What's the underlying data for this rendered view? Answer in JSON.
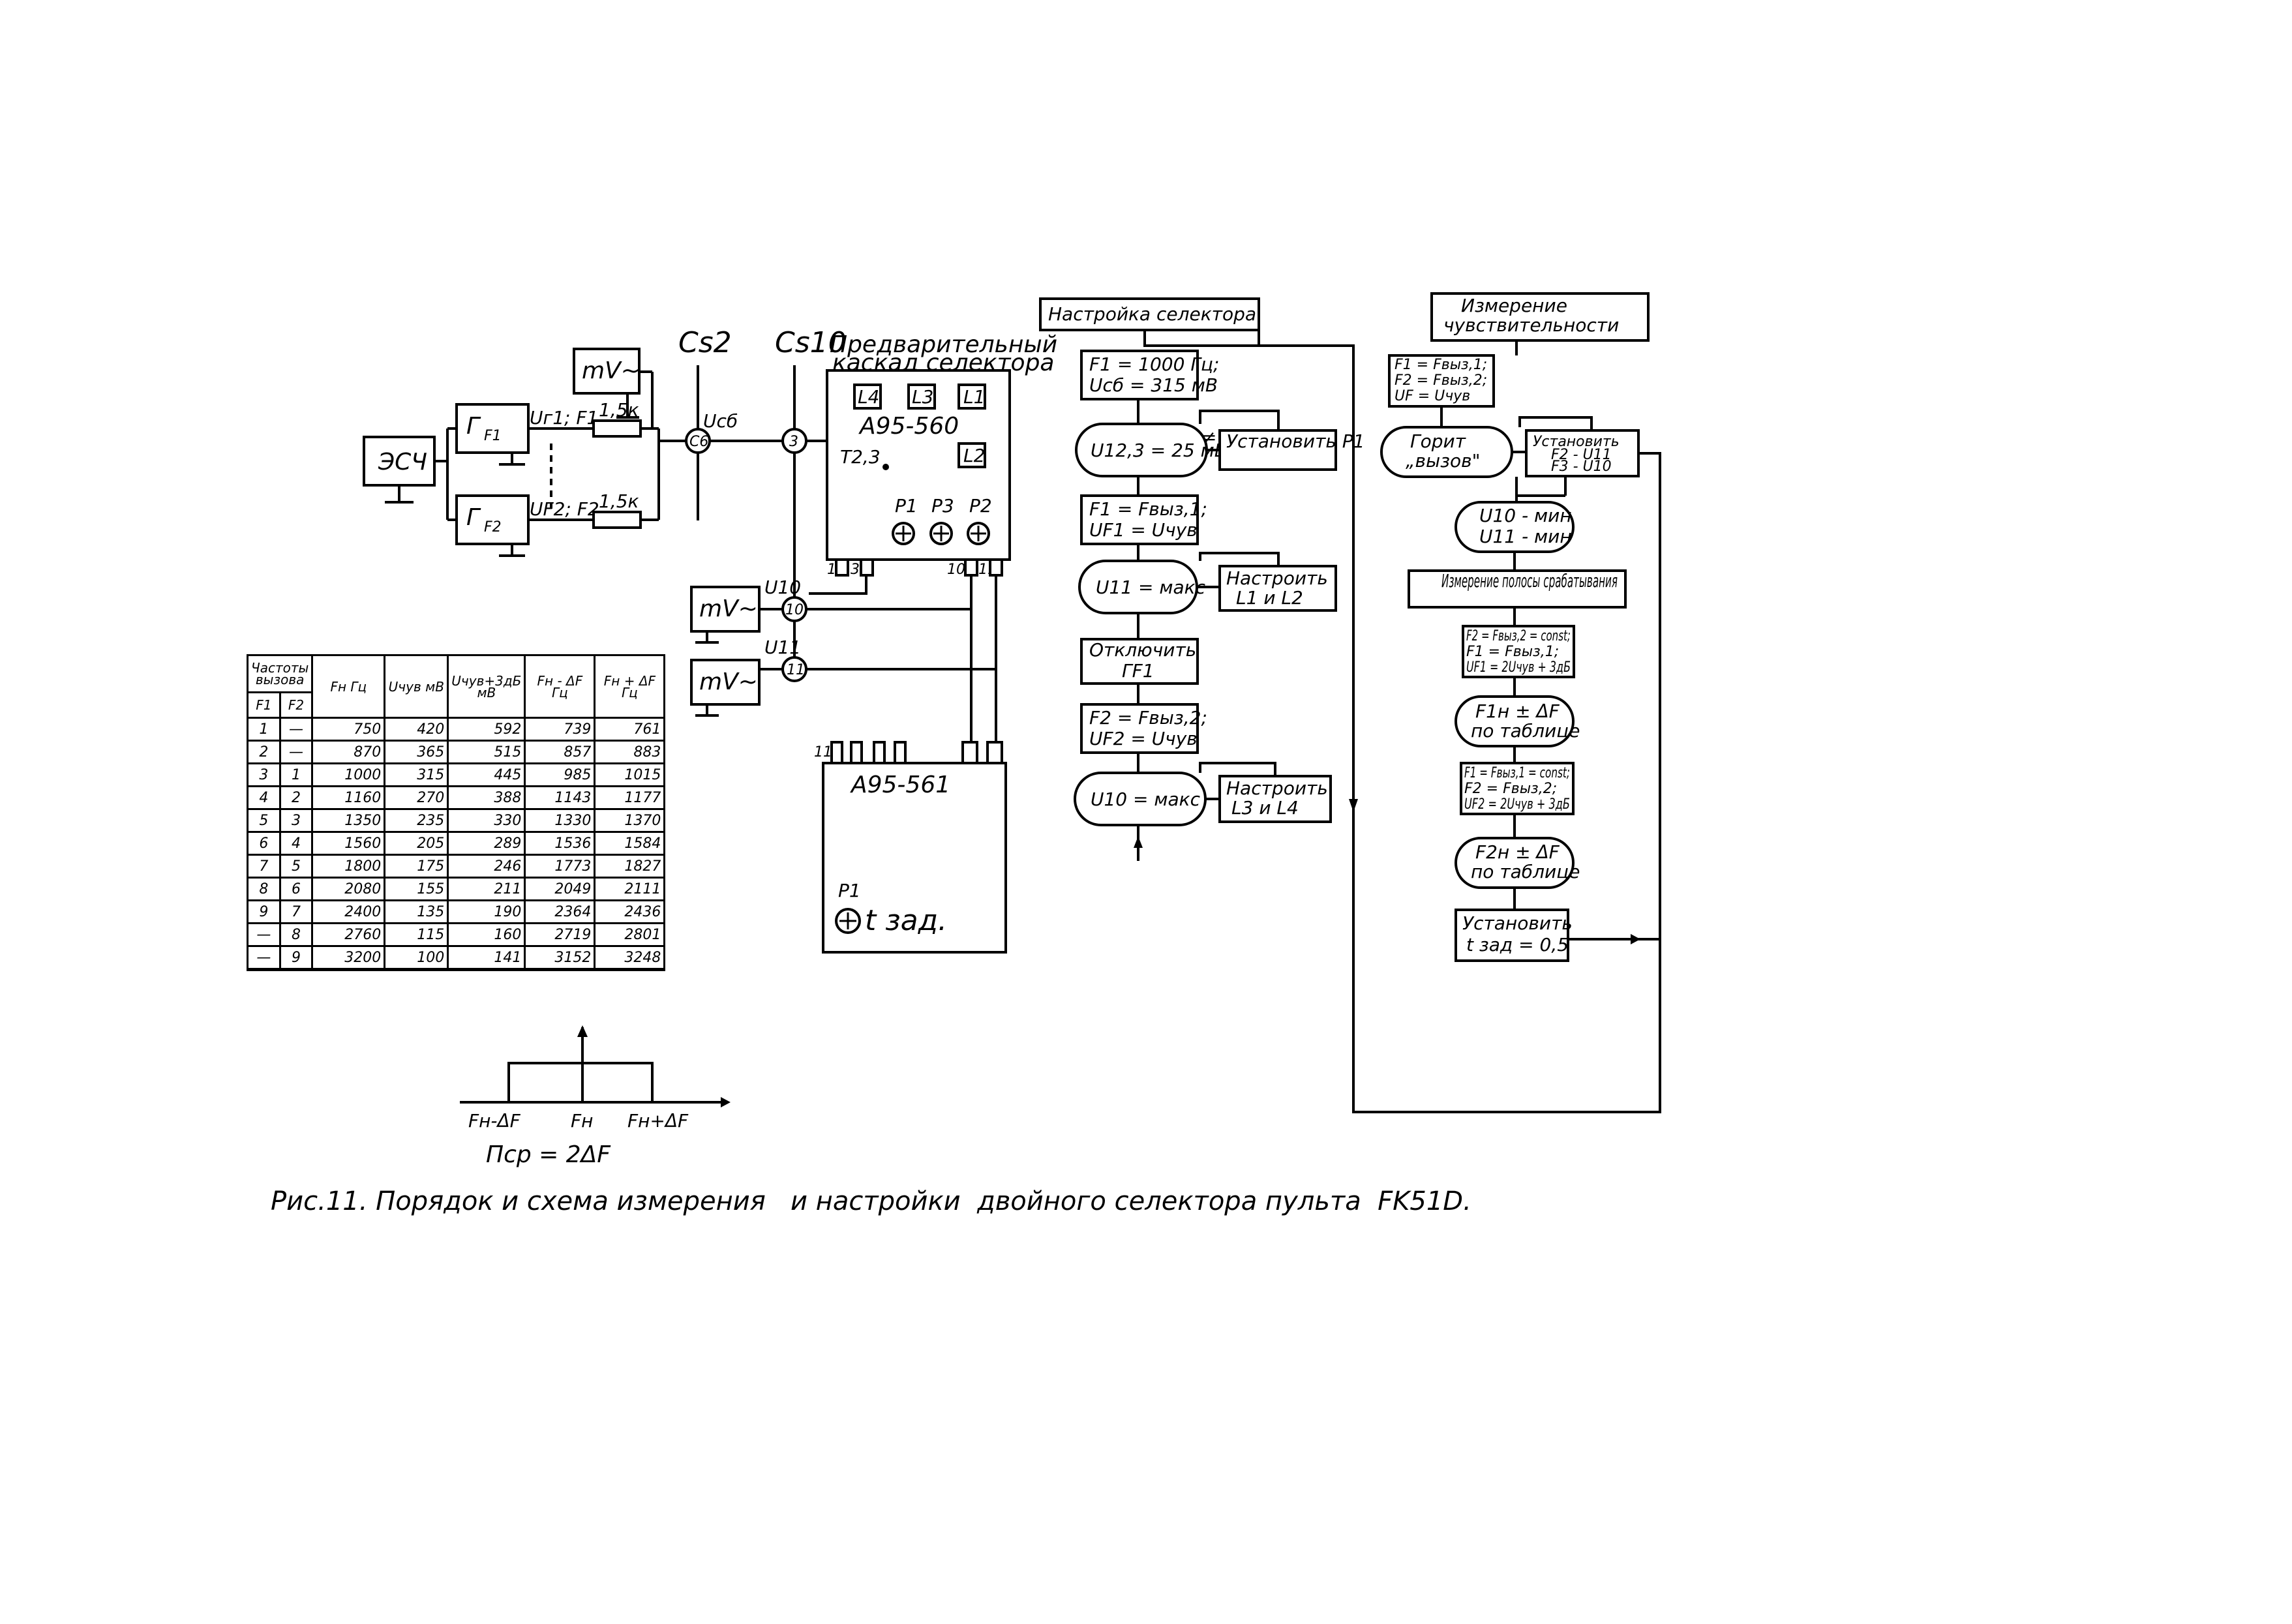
{
  "circuit": {
    "generator_f1": "Г",
    "generator_f1_sub": "F1",
    "generator_f2": "Г",
    "generator_f2_sub": "F2",
    "esch": "ЭСЧ",
    "mv_top": "mV~",
    "u_label_top": "Uг1; F1",
    "u_label_bottom": "UF2; F2",
    "res_top": "1,5к",
    "res_bottom": "1,5к",
    "node_c6": "C6",
    "node_c6_label": "Uсб",
    "cs2": "Cs2",
    "cs10": "Cs10",
    "node_3": "3",
    "pre_cascade_title_1": "Предварительный",
    "pre_cascade_title_2": "каскад селектора",
    "block1_name": "А95-560",
    "coil_l4": "L4",
    "coil_l3": "L3",
    "coil_l1": "L1",
    "coil_l2": "L2",
    "t23": "Т2,3",
    "p1": "Р1",
    "p3": "Р3",
    "p2": "Р2",
    "pin_1": "1",
    "pin_3": "3",
    "pin_10": "10",
    "pin_11": "11",
    "mv_mid": "mV~",
    "mv_low": "mV~",
    "node_10": "10",
    "node_11": "11",
    "u10": "U10",
    "u11": "U11",
    "block2_name": "А95-561",
    "block2_p1": "Р1",
    "block2_t": "t зад.",
    "block2_pin11": "11"
  },
  "table": {
    "header_group": "Частоты вызова",
    "col_f1": "F1",
    "col_f2": "F2",
    "col_fn": "Fн  Гц",
    "col_uchuv": "Uчув мВ",
    "col_uchuv6": "Uчув+3дБ мВ",
    "col_fminus": "Fн - ΔF Гц",
    "col_fplus": "Fн + ΔF Гц",
    "rows": [
      [
        "1",
        "—",
        "750",
        "420",
        "592",
        "739",
        "761"
      ],
      [
        "2",
        "—",
        "870",
        "365",
        "515",
        "857",
        "883"
      ],
      [
        "3",
        "1",
        "1000",
        "315",
        "445",
        "985",
        "1015"
      ],
      [
        "4",
        "2",
        "1160",
        "270",
        "388",
        "1143",
        "1177"
      ],
      [
        "5",
        "3",
        "1350",
        "235",
        "330",
        "1330",
        "1370"
      ],
      [
        "6",
        "4",
        "1560",
        "205",
        "289",
        "1536",
        "1584"
      ],
      [
        "7",
        "5",
        "1800",
        "175",
        "246",
        "1773",
        "1827"
      ],
      [
        "8",
        "6",
        "2080",
        "155",
        "211",
        "2049",
        "2111"
      ],
      [
        "9",
        "7",
        "2400",
        "135",
        "190",
        "2364",
        "2436"
      ],
      [
        "—",
        "8",
        "2760",
        "115",
        "160",
        "2719",
        "2801"
      ],
      [
        "—",
        "9",
        "3200",
        "100",
        "141",
        "3152",
        "3248"
      ]
    ]
  },
  "passband": {
    "fn_minus": "Fн-ΔF",
    "fn": "Fн",
    "fn_plus": "Fн+ΔF",
    "pcp": "Пср = 2ΔF"
  },
  "flow1": {
    "title": "Настройка селектора",
    "b1_l1": "F1 = 1000 Гц;",
    "b1_l2": "Uсб = 315 мВ",
    "d1": "U12,3 = 25 мВ",
    "d1_no": "≠",
    "a1": "Установить Р1",
    "b2_l1": "F1 = Fвыз,1;",
    "b2_l2": "UF1 = Uчув",
    "d2": "U11 = макс",
    "a2_l1": "Настроить",
    "a2_l2": "L1 и L2",
    "b3_l1": "Отключить",
    "b3_l2": "ГF1",
    "b4_l1": "F2 = Fвыз,2;",
    "b4_l2": "UF2 = Uчув",
    "d3": "U10 = макс",
    "a3_l1": "Настроить",
    "a3_l2": "L3 и L4"
  },
  "flow2": {
    "title_1": "Измерение",
    "title_2": "чувствительности",
    "b1_l1": "F1 = Fвыз,1;",
    "b1_l2": "F2 = Fвыз,2;",
    "b1_l3": "UF = Uчув",
    "d1_l1": "Горит",
    "d1_l2": "„вызов\"",
    "a1_l1": "Установить",
    "a1_l2": "F2 - U11",
    "a1_l3": "F3 - U10",
    "d2_l1": "U10 - мин",
    "d2_l2": "U11 - мин",
    "b2": "Измерение полосы срабатывания",
    "b3_l1": "F2 = Fвыз,2 = const;",
    "b3_l2": "F1 = Fвыз,1;",
    "b3_l3": "UF1 = 2Uчув + 3дБ",
    "d3_l1": "F1н ± ΔF",
    "d3_l2": "по таблице",
    "b4_l1": "F1 = Fвыз,1 = const;",
    "b4_l2": "F2 = Fвыз,2;",
    "b4_l3": "UF2 = 2Uчув + 3дБ",
    "d4_l1": "F2н ± ΔF",
    "d4_l2": "по таблице",
    "b5_l1": "Установить",
    "b5_l2": "t зад = 0,5"
  },
  "caption": "Рис.11. Порядок и схема измерения   и настройки  двойного селектора пульта  FK51D."
}
